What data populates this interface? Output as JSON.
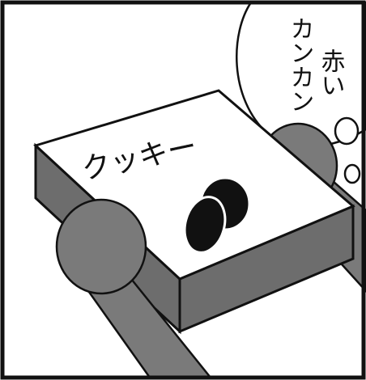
{
  "panel": {
    "box_label": "クッキー",
    "speech_line_1": "赤い",
    "speech_line_2": "カンカン"
  },
  "colors": {
    "ink": "#111111",
    "box_side": "#6d6d6d",
    "hand": "#7a7a7a",
    "paper": "#ffffff"
  }
}
